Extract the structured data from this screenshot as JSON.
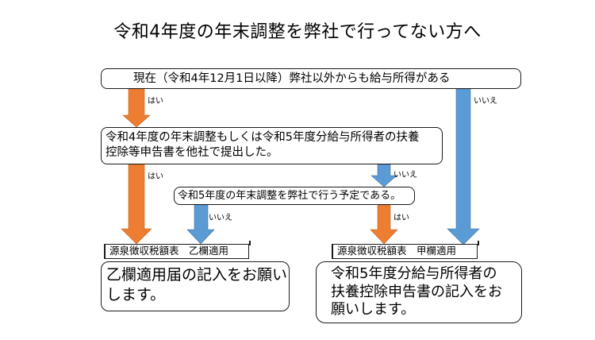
{
  "title": "令和4年度の年末調整を弊社で行ってない方へ",
  "colors": {
    "yes": "#ED7D31",
    "no": "#5B9BD5",
    "border": "#1a1a1a"
  },
  "nodes": {
    "q1": "現在（令和4年12月1日以降）弊社以外からも給与所得がある",
    "q2_line1": "令和4年度の年末調整もしくは令和5年度分給与所得者の扶養",
    "q2_line2": "控除等申告書を他社で提出した。",
    "q3": "令和5年度の年末調整を弊社で行う予定である。",
    "result_otsu_label": "源泉徴収税額表　乙欄適用",
    "result_otsu_line1": "乙欄適用届の記入をお願い",
    "result_otsu_line2": "します。",
    "result_kou_label": "源泉徴収税額表　甲欄適用",
    "result_kou_line1": "令和5年度分給与所得者の",
    "result_kou_line2": "扶養控除申告書の記入をお",
    "result_kou_line3": "願いします。"
  },
  "edges": [
    {
      "from": "q1",
      "to": "q2",
      "label": "はい",
      "type": "yes"
    },
    {
      "from": "q1",
      "to": "result_kou",
      "label": "いいえ",
      "type": "no"
    },
    {
      "from": "q2",
      "to": "result_otsu",
      "label": "はい",
      "type": "yes"
    },
    {
      "from": "q2",
      "to": "q3",
      "label": "いいえ",
      "type": "no"
    },
    {
      "from": "q3",
      "to": "result_otsu",
      "label": "いいえ",
      "type": "no"
    },
    {
      "from": "q3",
      "to": "result_kou",
      "label": "はい",
      "type": "yes"
    }
  ]
}
